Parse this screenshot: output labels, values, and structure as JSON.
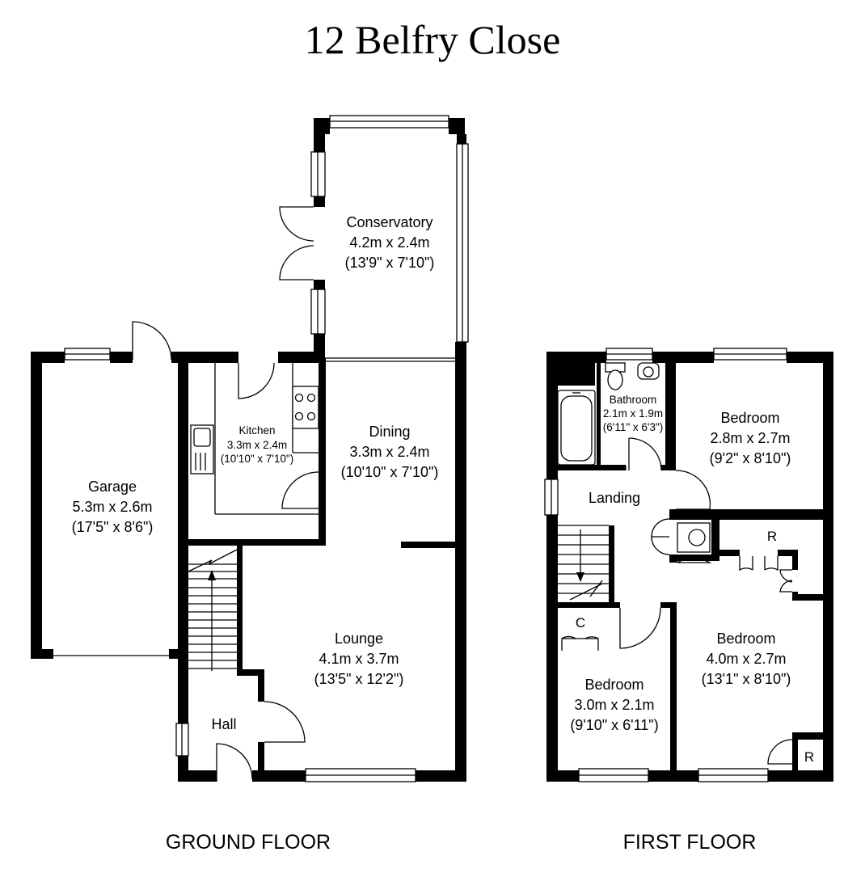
{
  "title": "12 Belfry Close",
  "ground_floor": {
    "label": "GROUND FLOOR",
    "rooms": {
      "conservatory": {
        "name": "Conservatory",
        "metric": "4.2m x 2.4m",
        "imperial": "(13'9\" x 7'10\")"
      },
      "garage": {
        "name": "Garage",
        "metric": "5.3m x 2.6m",
        "imperial": "(17'5\" x 8'6\")"
      },
      "kitchen": {
        "name": "Kitchen",
        "metric": "3.3m x 2.4m",
        "imperial": "(10'10\" x 7'10\")"
      },
      "dining": {
        "name": "Dining",
        "metric": "3.3m x 2.4m",
        "imperial": "(10'10\" x 7'10\")"
      },
      "lounge": {
        "name": "Lounge",
        "metric": "4.1m x 3.7m",
        "imperial": "(13'5\" x 12'2\")"
      },
      "hall": {
        "name": "Hall"
      }
    }
  },
  "first_floor": {
    "label": "FIRST FLOOR",
    "rooms": {
      "bathroom": {
        "name": "Bathroom",
        "metric": "2.1m x 1.9m",
        "imperial": "(6'11\" x 6'3\")"
      },
      "bedroom_1": {
        "name": "Bedroom",
        "metric": "2.8m x 2.7m",
        "imperial": "(9'2\" x 8'10\")"
      },
      "landing": {
        "name": "Landing"
      },
      "bedroom_2": {
        "name": "Bedroom",
        "metric": "4.0m x 2.7m",
        "imperial": "(13'1\" x 8'10\")"
      },
      "bedroom_3": {
        "name": "Bedroom",
        "metric": "3.0m x 2.1m",
        "imperial": "(9'10\" x 6'11\")"
      }
    },
    "markers": {
      "cupboard": "C",
      "robe_1": "R",
      "robe_2": "R"
    }
  }
}
